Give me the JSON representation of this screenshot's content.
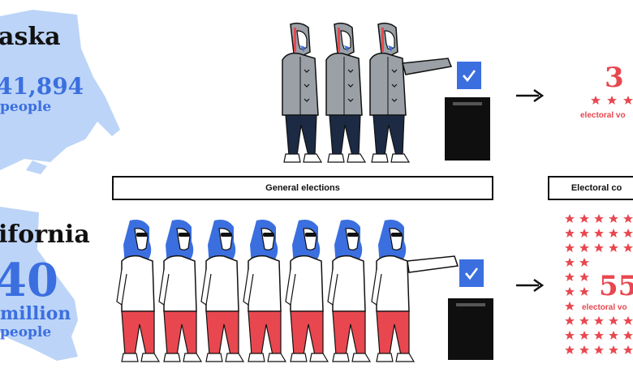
{
  "alaska": {
    "name": "aska",
    "population_number": "41,894",
    "population_unit": "people",
    "electoral_votes": "3",
    "electoral_label": "electoral vo",
    "stars_shown": 3
  },
  "california": {
    "name": "ifornia",
    "population_number": "40",
    "population_scale": "million",
    "population_unit": "people",
    "electoral_votes": "55",
    "electoral_label": "electoral vo"
  },
  "labels": {
    "general_elections": "General elections",
    "electoral_college": "Electoral co"
  },
  "colors": {
    "map_blue": "#bcd4f7",
    "accent_blue": "#3b6fe0",
    "accent_red": "#e8474f",
    "coat_grey": "#9aa0a6",
    "pants_navy": "#1c2a44",
    "ink": "#111111"
  },
  "icons": [
    "ballot-check-icon",
    "ballot-box-icon",
    "arrow-right-icon",
    "star-icon"
  ]
}
